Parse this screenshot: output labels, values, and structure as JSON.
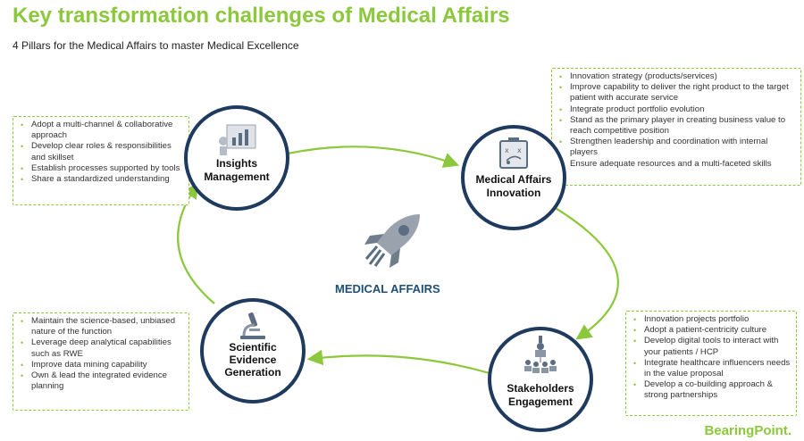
{
  "title": "Key transformation challenges of Medical Affairs",
  "subtitle": "4 Pillars for the Medical Affairs to master Medical Excellence",
  "center_label": "MEDICAL AFFAIRS",
  "logo": "BearingPoint.",
  "pillars": {
    "insights": {
      "label_line1": "Insights",
      "label_line2": "Management",
      "icon": "presentation-chart-icon",
      "bullets": [
        "Adopt a multi-channel & collaborative approach",
        "Develop clear roles & responsibilities and skillset",
        "Establish processes supported by tools",
        "Share a standardized understanding"
      ]
    },
    "innovation": {
      "label_line1": "Medical Affairs",
      "label_line2": "Innovation",
      "icon": "strategy-board-icon",
      "bullets": [
        "Innovation strategy (products/services)",
        "Improve capability to deliver the right product to the target patient with accurate service",
        "Integrate product portfolio evolution",
        "Stand as the primary player in creating business value to reach competitive position",
        "Strengthen leadership and coordination with internal players",
        "Ensure adequate resources and a multi-faceted skills"
      ]
    },
    "stakeholders": {
      "label_line1": "Stakeholders",
      "label_line2": "Engagement",
      "icon": "people-network-icon",
      "bullets": [
        "Innovation projects portfolio",
        "Adopt a patient-centricity culture",
        "Develop digital tools to interact with your patients / HCP",
        "Integrate healthcare influencers needs in the value proposal",
        "Develop a co-building approach & strong partnerships"
      ]
    },
    "evidence": {
      "label_line1": "Scientific",
      "label_line2": "Evidence",
      "label_line3": "Generation",
      "icon": "microscope-icon",
      "bullets": [
        "Maintain the science-based, unbiased nature of the function",
        "Leverage deep analytical capabilities such as RWE",
        "Improve data mining capability",
        "Own & lead the integrated evidence planning"
      ]
    }
  },
  "colors": {
    "accent_green": "#8cc83c",
    "circle_navy": "#1e3a5f",
    "label_blue": "#1f4e79"
  }
}
